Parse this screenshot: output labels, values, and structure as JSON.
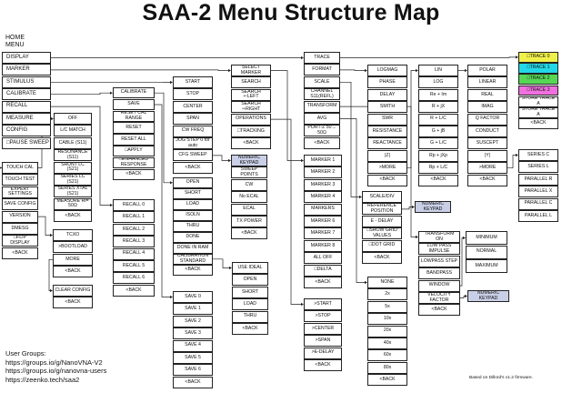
{
  "title": "SAA-2 Menu Structure Map",
  "home_label": "HOME\nMENU",
  "colors": {
    "trace0": "#f0f04a",
    "trace1": "#22d8e8",
    "trace2": "#56d856",
    "trace3": "#f070e0",
    "keypad": "#c9cfe6"
  },
  "columns": [
    {
      "key": "main",
      "items": [
        "DISPLAY",
        "MARKER",
        "STIMULUS",
        "CALIBRATE",
        "RECALL",
        "MEASURE",
        "CONFIG",
        "□PAUSE SWEEP"
      ]
    },
    {
      "key": "measure_sub",
      "items": [
        "OFF",
        "L/C MATCH",
        "CABLE (S11)",
        "RESONANCE (S11)",
        "SHUNT LC (S21)",
        "SERIES LC (S21)",
        "SERIES XTAL (S21)",
        "MEASURE Rl= 50Ω",
        "<BACK"
      ]
    },
    {
      "key": "config_left",
      "items": [
        "TOUCH CAL",
        "TOUCH TEST",
        "EXPERT SETTINGS",
        "SAVE CONFIG",
        "VERSION",
        "DMESG",
        "□FLIP DISPLAY",
        "<BACK"
      ]
    },
    {
      "key": "tcxo",
      "items": [
        "TCXO",
        ">BOOTLOAD",
        "MORE",
        "<BACK"
      ]
    },
    {
      "key": "clear",
      "items": [
        "CLEAR CONFIG",
        "<BACK"
      ]
    },
    {
      "key": "calibrate",
      "items": [
        "CALIBRATE",
        "SAVE",
        "RESET CAL RANGE",
        "RESET",
        "RESET ALL",
        "□APPLY",
        "□ENHANCED RESPONSE",
        "<BACK"
      ]
    },
    {
      "key": "recall",
      "items": [
        "RECALL 0",
        "RECALL 1",
        "RECALL 2",
        "RECALL 3",
        "RECALL 4",
        "RECALL 5",
        "RECALL 6",
        "<BACK"
      ]
    },
    {
      "key": "stimulus",
      "items": [
        "START",
        "STOP",
        "CENTER",
        "SPAN",
        "CW FREQ",
        "JOG STEP 0 for auto",
        "CFG SWEEP",
        "<BACK"
      ]
    },
    {
      "key": "caltype",
      "items": [
        "OPEN",
        "SHORT",
        "LOAD",
        "ISOLN",
        "THRU",
        "DONE",
        "DONE IN RAM",
        "CALIBRATION STANDARD",
        "<BACK"
      ]
    },
    {
      "key": "save",
      "items": [
        "SAVE 0",
        "SAVE 1",
        "SAVE 2",
        "SAVE 3",
        "SAVE 4",
        "SAVE 5",
        "SAVE 6",
        "<BACK"
      ]
    },
    {
      "key": "calstd",
      "items": [
        "USE IDEAL",
        "OPEN",
        "SHORT",
        "LOAD",
        "THRU",
        "<BACK"
      ]
    },
    {
      "key": "marker_ops",
      "items": [
        "SELECT MARKER",
        "SEARCH",
        "SEARCH ⇐LEFT",
        "SEARCH ⇒RIGHT",
        "OPERATIONS",
        "□TRACKING",
        "<BACK"
      ]
    },
    {
      "key": "sweep",
      "items": [
        "NUMERIC KEYPAD",
        "SWEEP POINTS",
        "CW",
        "No ECAL",
        "ECAL",
        "TX POWER",
        "<BACK"
      ]
    },
    {
      "key": "display",
      "items": [
        "TRACE",
        "FORMAT",
        "SCALE",
        "CHANNEL S11(REFL)",
        "TRANSFORM",
        "AVG",
        "PORT-Z 50→ 50Ω",
        "<BACK"
      ]
    },
    {
      "key": "markers",
      "items": [
        "MARKER 1",
        "MARKER 2",
        "MARKER 3",
        "MARKER 4",
        "MARKERS",
        "MARKER 6",
        "MARKER 7",
        "MARKER 8",
        "ALL OFF",
        "□DELTA",
        "<BACK"
      ]
    },
    {
      "key": "ops",
      "items": [
        ">START",
        ">STOP",
        ">CENTER",
        ">SPAN",
        ">E-DELAY",
        "<BACK"
      ]
    },
    {
      "key": "format1",
      "items": [
        "LOGMAG",
        "PHASE",
        "DELAY",
        "SMITH",
        "SWR",
        "RESISTANCE",
        "REACTANCE",
        "|Z|",
        ">MORE",
        "<BACK"
      ]
    },
    {
      "key": "scale",
      "items": [
        "SCALE/DIV",
        "REFERENCE POSITION",
        "E - DELAY",
        "□SHOW GRID VALUES",
        "□DOT GRID",
        "<BACK"
      ]
    },
    {
      "key": "avgvals",
      "items": [
        "NONE",
        "2x",
        "5x",
        "10x",
        "20x",
        "40x",
        "60x",
        "80x",
        "<BACK"
      ]
    },
    {
      "key": "format2",
      "items": [
        "LIN",
        "LOG",
        "Re + Im",
        "R + jX",
        "R + L/C",
        "G + jB",
        "G + L/C",
        "Rp + jXp",
        "Rp + L/C",
        "<BACK"
      ]
    },
    {
      "key": "transform",
      "items": [
        "TRANSFORM ON",
        "LOW PASS IMPULSE",
        "LOWPASS STEP",
        "BANDPASS",
        "WINDOW",
        "VELOCITY FACTOR",
        "<BACK"
      ]
    },
    {
      "key": "format3",
      "items": [
        "POLAR",
        "LINEAR",
        "REAL",
        "IMAG",
        "Q FACTOR",
        "CONDUCT",
        "SUSCEPT",
        "|Y|",
        ">MORE",
        "<BACK"
      ]
    },
    {
      "key": "traces",
      "items": [
        "□TRACE 0",
        "□TRACE 1",
        "□TRACE 2",
        "□TRACE 3",
        "STORE TRACE A",
        "STORE TRACE A",
        "<BACK"
      ]
    },
    {
      "key": "series",
      "items": [
        "SERIES C",
        "SERIES L",
        "PARALLEL R",
        "PARALLEL X",
        "PARALLEL C",
        "PARALLEL L"
      ]
    },
    {
      "key": "window",
      "items": [
        "MINIMUM",
        "NORMAL",
        "MAXIMUM"
      ]
    },
    {
      "key": "kp_scale",
      "items": [
        "NUMERIC KEYPAD"
      ]
    },
    {
      "key": "kp_vf",
      "items": [
        "NUMERIC KEYPAD"
      ]
    }
  ],
  "user_groups": {
    "heading": "User Groups:",
    "links": [
      "https://groups.io/g/NanoVNA-V2",
      "https://groups.io/g/nanovna-users",
      "https://zeenko.tech/saa2"
    ]
  },
  "credit": "Based on Dillord's v1.2 firmware."
}
